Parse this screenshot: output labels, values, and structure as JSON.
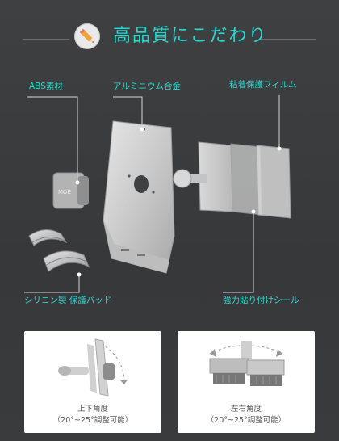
{
  "header": {
    "title": "高品質にこだわり",
    "icon": "pencil-icon"
  },
  "labels": {
    "abs": "ABS素材",
    "aluminum": "アルミニウム合金",
    "film": "粘着保護フィルム",
    "pad": "シリコン製 保護パッド",
    "sticker": "強力貼り付けシール"
  },
  "cards": [
    {
      "title": "上下角度",
      "range": "（20°~25°調整可能）"
    },
    {
      "title": "左右角度",
      "range": "（20°~25°調整可能）"
    }
  ],
  "colors": {
    "accent": "#29d8cf",
    "background": "#3a3b3d",
    "card": "#ffffff"
  }
}
